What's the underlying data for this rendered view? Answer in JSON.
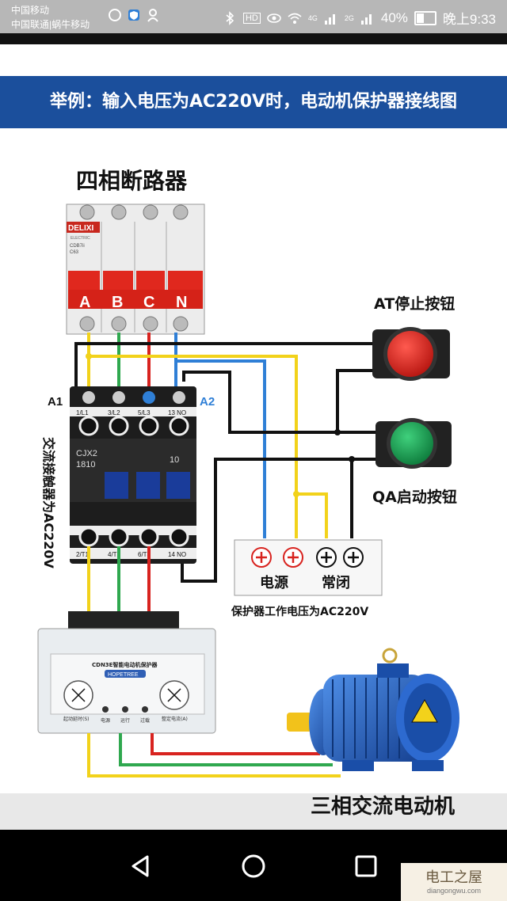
{
  "status_bar": {
    "carrier_1": "中国移动",
    "carrier_2": "中国联通|蜗牛移动",
    "battery": "40%",
    "time": "晚上9:33",
    "signal_label": "2G",
    "lte_label": "4G",
    "hd_label": "HD"
  },
  "banner": {
    "title": "举例：输入电压为AC220V时，电动机保护器接线图"
  },
  "breaker": {
    "title": "四相断路器",
    "brand": "DELIXI",
    "brand_sub": "ELECTRIC",
    "model": "CDB7ii",
    "rating": "C63",
    "phases": [
      "A",
      "B",
      "C",
      "N"
    ]
  },
  "contactor": {
    "vertical_title": "交流接触器为AC220V",
    "left_coil": "A1",
    "right_coil": "A2",
    "top_terminals": [
      "1/L1",
      "3/L2",
      "5/L3",
      "13 NO"
    ],
    "bottom_terminals": [
      "2/T1",
      "4/T2",
      "6/T3",
      "14 NO"
    ],
    "model_line1": "CJX2",
    "model_line2": "1810",
    "side_number": "10"
  },
  "buttons": {
    "stop_label": "AT停止按钮",
    "start_label": "QA启动按钮"
  },
  "terminal_block": {
    "power_label": "电源",
    "nc_label": "常闭",
    "caption": "保护器工作电压为AC220V"
  },
  "protector": {
    "title": "CDN3E智能电动机保护器",
    "brand": "HOPETREE",
    "left_dial_label": "起动延时(S)",
    "right_dial_label": "整定电流(A)",
    "led_labels": [
      "电源",
      "运行",
      "过载"
    ]
  },
  "motor": {
    "title": "三相交流电动机"
  },
  "watermark": {
    "line1": "电工之屋",
    "line2": "diangongwu.com"
  },
  "colors": {
    "banner": "#1b4f9c",
    "wire_yellow": "#f2d21b",
    "wire_green": "#2fa84f",
    "wire_red": "#d8231f",
    "wire_blue": "#2f7fd6",
    "wire_black": "#111111",
    "stop_button": "#d8231f",
    "start_button": "#1a9a4e",
    "motor_blue": "#1f5fc4"
  }
}
